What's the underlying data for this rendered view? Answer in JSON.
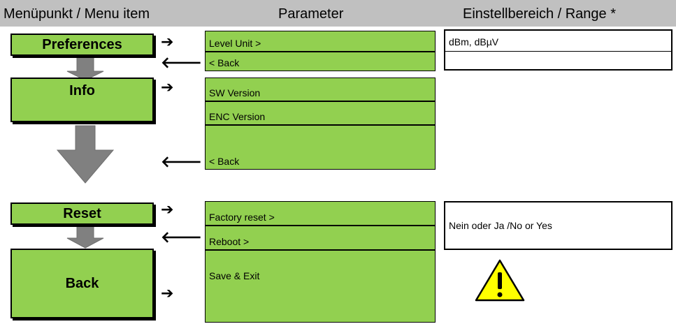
{
  "header": {
    "col_menu": "Menüpunkt / Menu item",
    "col_param": "Parameter",
    "col_range": "Einstellbereich / Range *"
  },
  "menu": {
    "preferences": "Preferences",
    "info": "Info",
    "reset": "Reset",
    "back": "Back"
  },
  "params": {
    "level_unit": "Level Unit >",
    "back_1": "< Back",
    "sw_version": "SW Version",
    "enc_version": "ENC Version",
    "back_2": "< Back",
    "factory_reset": "Factory reset >",
    "reboot": "Reboot >",
    "save_exit": "Save & Exit"
  },
  "ranges": {
    "level_unit": "dBm, dBµV",
    "reset_confirm": "Nein oder Ja /No or Yes"
  },
  "arrows": {
    "right": "➔",
    "left": "🡐"
  },
  "icons": {
    "warning": "warning-triangle-icon"
  },
  "colors": {
    "box_green": "#92d050",
    "header_gray": "#c0c0c0",
    "arrow_gray": "#808080",
    "warning_yellow": "#ffff00"
  }
}
